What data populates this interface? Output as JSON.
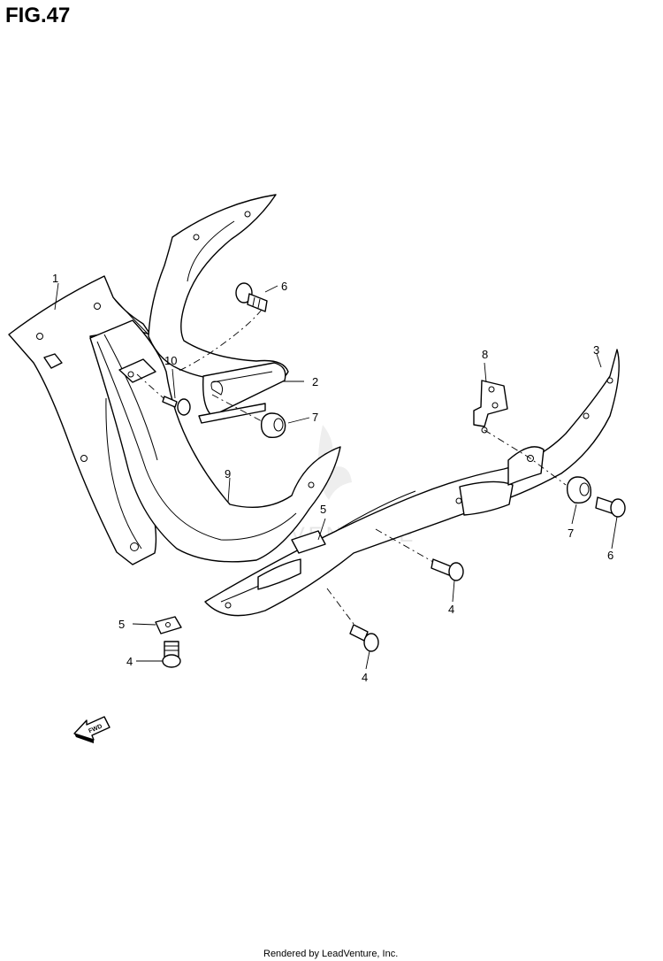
{
  "title": "FIG.47",
  "callouts": [
    "1",
    "2",
    "3",
    "4",
    "4",
    "4",
    "5",
    "5",
    "6",
    "6",
    "7",
    "7",
    "8",
    "9",
    "10"
  ],
  "fwd_label": "FWD",
  "watermark": "LEADVENTURE",
  "footer": "Rendered by LeadVenture, Inc."
}
